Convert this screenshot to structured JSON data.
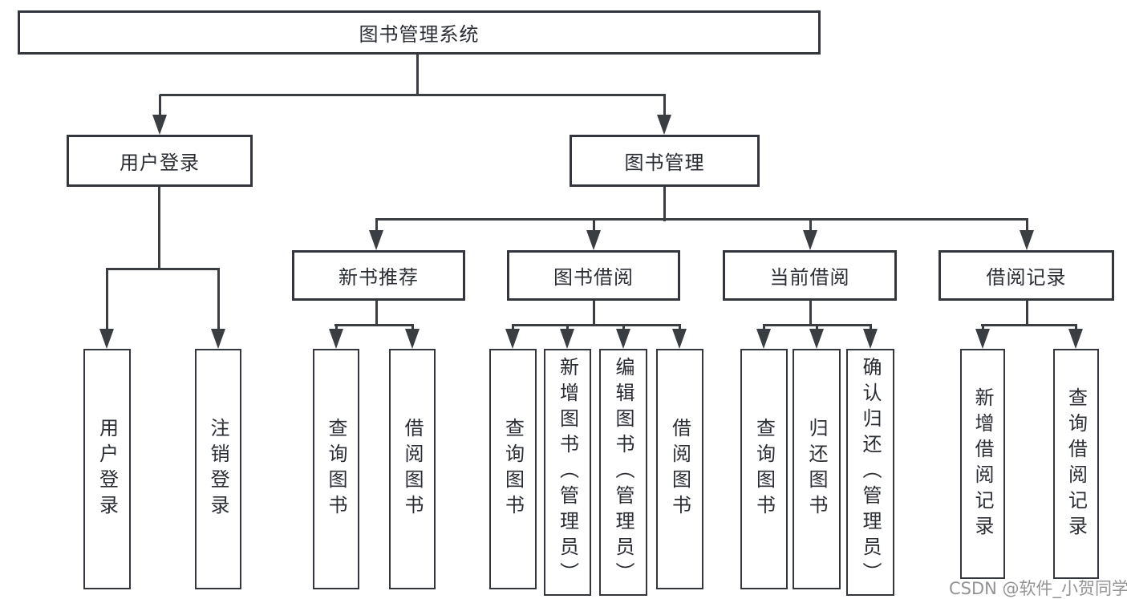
{
  "tree": {
    "root": "图书管理系统",
    "l2": [
      "用户登录",
      "图书管理"
    ],
    "l3": [
      "新书推荐",
      "图书借阅",
      "当前借阅",
      "借阅记录"
    ],
    "leaves": [
      "用户登录",
      "注销登录",
      "查询图书",
      "借阅图书",
      "查询图书",
      "新增图书（管理员）",
      "编辑图书（管理员）",
      "借阅图书",
      "查询图书",
      "归还图书",
      "确认归还（管理员）",
      "新增借阅记录",
      "查询借阅记录"
    ],
    "hierarchy": {
      "图书管理系统": [
        "用户登录",
        "图书管理"
      ],
      "用户登录": [
        "用户登录",
        "注销登录"
      ],
      "图书管理": [
        "新书推荐",
        "图书借阅",
        "当前借阅",
        "借阅记录"
      ],
      "新书推荐": [
        "查询图书",
        "借阅图书"
      ],
      "图书借阅": [
        "查询图书",
        "新增图书（管理员）",
        "编辑图书（管理员）",
        "借阅图书"
      ],
      "当前借阅": [
        "查询图书",
        "归还图书",
        "确认归还（管理员）"
      ],
      "借阅记录": [
        "新增借阅记录",
        "查询借阅记录"
      ]
    }
  },
  "watermark": {
    "text": "CSDN @软件_小贺同学"
  },
  "colors": {
    "line": "#3a3d42",
    "border": "#33363c",
    "text": "#2a2d33",
    "watermark": "#808080",
    "background": "#ffffff"
  }
}
